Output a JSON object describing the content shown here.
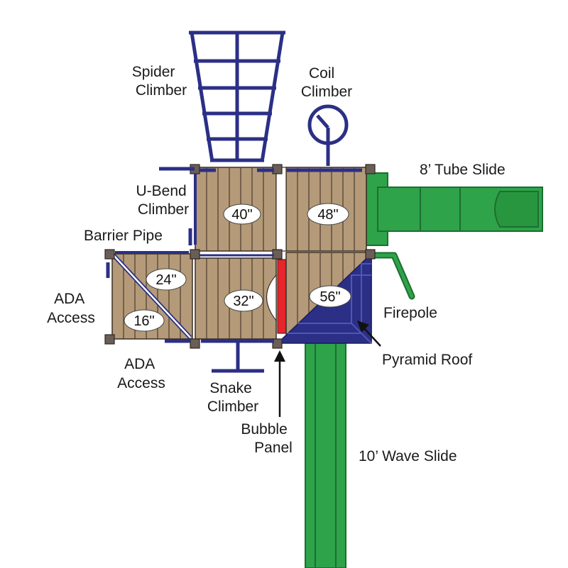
{
  "colors": {
    "wood": "#b49a78",
    "blue": "#2b2f86",
    "green": "#2ea34a",
    "green_dark": "#1d6e31",
    "red": "#e8242c",
    "post": "#6b5e56",
    "label": "#1a1a1a"
  },
  "labels": {
    "spider_climber": [
      "Spider",
      "Climber"
    ],
    "coil_climber": [
      "Coil",
      "Climber"
    ],
    "tube_slide": "8’ Tube Slide",
    "u_bend_climber": [
      "U-Bend",
      "Climber"
    ],
    "barrier_pipe": "Barrier Pipe",
    "ada_access_left": [
      "ADA",
      "Access"
    ],
    "ada_access_bottom": [
      "ADA",
      "Access"
    ],
    "firepole": "Firepole",
    "pyramid_roof": "Pyramid Roof",
    "snake_climber": [
      "Snake",
      "Climber"
    ],
    "bubble_panel": [
      "Bubble",
      "Panel"
    ],
    "wave_slide": "10’ Wave Slide"
  },
  "deck_heights": {
    "deck_40": "40\"",
    "deck_48": "48\"",
    "deck_24": "24\"",
    "deck_16": "16\"",
    "deck_32": "32\"",
    "deck_56": "56\""
  }
}
